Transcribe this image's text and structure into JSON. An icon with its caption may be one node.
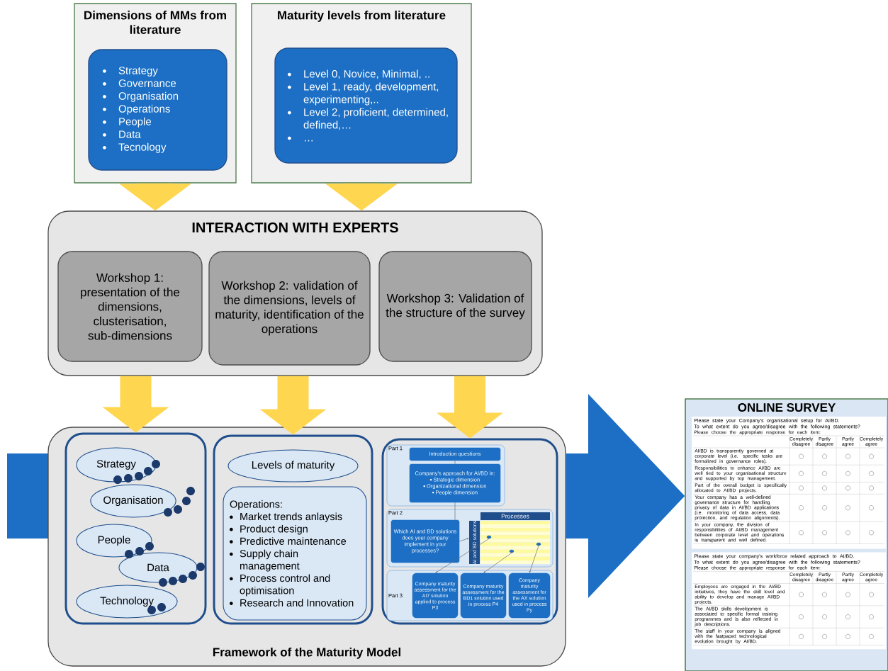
{
  "diagram": {
    "nodes": [
      {
        "text": [
          "Dimensions of MMs from literature"
        ]
      },
      {
        "text": [
          "Strategy",
          "Governance",
          "Organisation",
          "Operations",
          "People",
          "Data",
          "Tecnology"
        ],
        "in": 0
      },
      {
        "text": [
          "Maturity levels from literature"
        ]
      },
      {
        "text": [
          "Level 0, Novice, Minimal, ..",
          "Level 1, ready, development, experimenting,..",
          "Level 2, proficient, determined, defined,…",
          "…"
        ],
        "in": 2
      },
      {
        "text": [
          "INTERACTION WITH EXPERTS"
        ]
      },
      {
        "text": [
          "Workshop 1: presentation of the dimensions, clusterisation, sub-dimensions"
        ],
        "in": 4
      },
      {
        "text": [
          "Workshop 2: validation of the dimensions, levels of maturity, identification of the operations"
        ],
        "in": 4
      },
      {
        "text": [
          "Workshop 3: Validation of the structure of the survey"
        ],
        "in": 4
      },
      {
        "text": [
          "Framework of the Maturity Model"
        ]
      },
      {
        "text": [],
        "shape": "box",
        "in": 8
      },
      {
        "text": [],
        "shape": "box",
        "in": 8
      },
      {
        "text": [],
        "shape": "box",
        "in": 8
      },
      {
        "text": [
          "Strategy"
        ],
        "in": 9
      },
      {
        "text": [
          "Organisation"
        ],
        "in": 9
      },
      {
        "text": [
          "People"
        ],
        "in": 9
      },
      {
        "text": [
          "Data"
        ],
        "in": 9
      },
      {
        "text": [
          "Technology"
        ],
        "in": 9
      },
      {
        "text": [
          "Levels of maturity"
        ],
        "in": 10
      },
      {
        "text": [
          "Operations:",
          "Market trends anlaysis",
          "Product design",
          "Predictive maintenance",
          "Supply chain management",
          "Process control and optimisation",
          "Research and Innovation"
        ],
        "in": 10
      },
      {
        "text": [
          "Part 1"
        ],
        "in": 11
      },
      {
        "text": [
          "Introduction questions"
        ],
        "in": 19
      },
      {
        "text": [
          "Company's approach for AI/BD in:",
          "Strategic dimension",
          "Organizational dimension",
          "People dimension"
        ],
        "in": 19
      },
      {
        "text": [
          "Part 2"
        ],
        "in": 11
      },
      {
        "text": [
          "Which AI and BD solutions does your company implement in your processes?"
        ],
        "in": 22
      },
      {
        "text": [
          "Processes",
          "AI and BD solutions"
        ],
        "in": 22
      },
      {
        "text": [],
        "shape": "circle",
        "in": 24
      },
      {
        "text": [],
        "shape": "circle",
        "in": 24
      },
      {
        "text": [],
        "shape": "circle",
        "in": 24
      },
      {
        "text": [
          "Part 3"
        ],
        "in": 11
      },
      {
        "text": [
          "Company maturity assessment for the AI7 solution applied to process P3"
        ],
        "in": 28
      },
      {
        "text": [
          "Company maturity assessment for the BD1 solution used in process P4"
        ],
        "in": 28
      },
      {
        "text": [
          "Company maturity assessment for the AX solution used in process Py"
        ],
        "in": 28
      },
      {
        "text": [
          "ONLINE SURVEY"
        ]
      }
    ],
    "edges": [
      {
        "from": 0,
        "to": 4,
        "arrow": "to",
        "style": "thick",
        "color": "#ffd650"
      },
      {
        "from": 2,
        "to": 4,
        "arrow": "to",
        "style": "thick",
        "color": "#ffd650"
      },
      {
        "from": 4,
        "to": 9,
        "arrow": "to",
        "style": "thick",
        "color": "#ffd650"
      },
      {
        "from": 4,
        "to": 10,
        "arrow": "to",
        "style": "thick",
        "color": "#ffd650"
      },
      {
        "from": 4,
        "to": 11,
        "arrow": "to",
        "style": "thick",
        "color": "#ffd650"
      },
      {
        "from": 8,
        "to": 32,
        "arrow": "to",
        "style": "thick",
        "color": "#1c6fc4"
      },
      {
        "from": 20,
        "to": 21,
        "arrow": "none"
      },
      {
        "from": 21,
        "to": 23,
        "arrow": "none"
      },
      {
        "from": 23,
        "to": 24,
        "arrow": "to"
      },
      {
        "from": 25,
        "to": 29,
        "arrow": "to"
      },
      {
        "from": 26,
        "to": 30,
        "arrow": "to"
      },
      {
        "from": 27,
        "to": 31,
        "arrow": "to"
      }
    ],
    "labels": [
      "Please state your Company's organisational setup for AI/BD.",
      "To what extent do you agree/disagree with the following statements?",
      "Please choose the appropriate response for each item:",
      "Completely disagree",
      "Partly disagree",
      "Partly agree",
      "Completely agree",
      "AI/BD is transparently governed at corporate level (i.e. specific tasks are formalized in governance roles).",
      "Responsibilities to enhance AI/BD are well tied to your organisational structure and supported by top management.",
      "Part of the overall budget is specifically allocated to AI/BD projects.",
      "Your company has a well-defined governance structure for handling privacy of data in AI/BD applications (i.e. monitoring of data access, data protection, and regulation alignments).",
      "In your company, the division of responsibilities of AI/BD management between corporate level and operations is transparent and well defined.",
      "Please state your company's workforce related approach to AI/BD.",
      "To what extent do you agree/disagree with the following statements?",
      "Please choose the appropriate response for each item:",
      "Completely disagree",
      "Partly disagree",
      "Partly agree",
      "Completely agree",
      "Employees are engaged in the AI/BD initiatives, they have the skill level and ability to develop and manage AI/BD projects.",
      "The AI/BD skills development is associated to specific formal training programmes and is also reflected in job descriptions.",
      "The staff in your company is aligned with the fastpaced technological evolution brought by AI/BD."
    ]
  }
}
